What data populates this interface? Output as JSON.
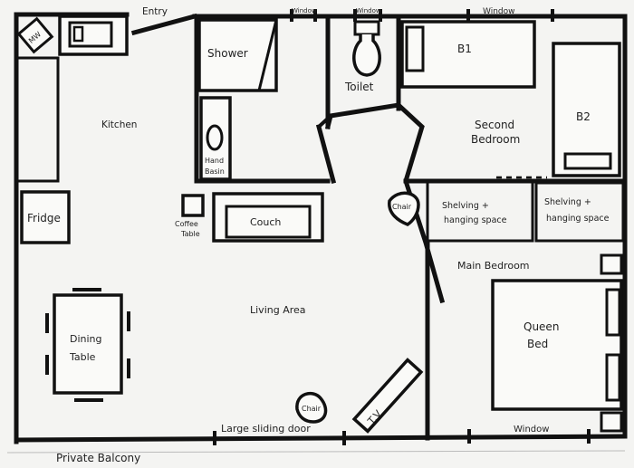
{
  "floorplan": {
    "title": "",
    "labels": {
      "entry": "Entry",
      "window_top_left": "Window",
      "window_top_mid": "Window",
      "window_top_right": "Window",
      "window_bottom": "Window",
      "kitchen": "Kitchen",
      "mw": "MW",
      "shower": "Shower",
      "toilet": "Toilet",
      "hand_basin_line1": "Hand",
      "hand_basin_line2": "Basin",
      "bed_b1": "B1",
      "bed_b2": "B2",
      "second_bedroom_line1": "Second",
      "second_bedroom_line2": "Bedroom",
      "fridge": "Fridge",
      "coffee_table_line1": "Coffee",
      "coffee_table_line2": "Table",
      "couch": "Couch",
      "chair_top": "Chair",
      "chair_bottom": "Chair",
      "shelving_left_line1": "Shelving +",
      "shelving_left_line2": "hanging space",
      "shelving_right_line1": "Shelving +",
      "shelving_right_line2": "hanging space",
      "main_bedroom": "Main Bedroom",
      "living_area": "Living Area",
      "dining_table_line1": "Dining",
      "dining_table_line2": "Table",
      "queen_bed_line1": "Queen",
      "queen_bed_line2": "Bed",
      "tv": "T.V",
      "sliding_door": "Large sliding door",
      "balcony": "Private Balcony"
    }
  }
}
